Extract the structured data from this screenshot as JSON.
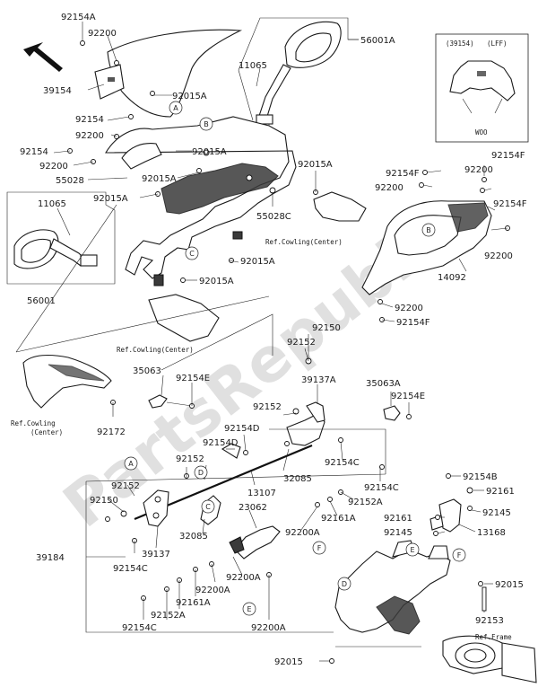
{
  "watermark": "PartsRepublik",
  "inset": {
    "code_label": "(39154)",
    "model_label": "(LFF)",
    "color_label": "WOO"
  },
  "labels": {
    "p92154A": "92154A",
    "p92200_tl": "92200",
    "p39154": "39154",
    "p92015A_1": "92015A",
    "p92154_a": "92154",
    "p92200_a": "92200",
    "p92154_b": "92154",
    "p92200_b": "92200",
    "p92015A_2": "92015A",
    "p55028": "55028",
    "p92015A_3": "92015A",
    "p92015A_4": "92015A",
    "p11065_top": "11065",
    "p56001A": "56001A",
    "p11065_left": "11065",
    "p56001": "56001",
    "p92015A_5": "92015A",
    "p92015A_6": "92015A",
    "p55028C": "55028C",
    "p92015A_7": "92015A",
    "p92154F_1": "92154F",
    "p92200_r1": "92200",
    "p92154F_2": "92154F",
    "p92200_r2": "92200",
    "p92154F_3": "92154F",
    "p92200_r3": "92200",
    "p14092": "14092",
    "p92200_r4": "92200",
    "p92154F_4": "92154F",
    "p92150_top": "92150",
    "p92152_top": "92152",
    "p35063": "35063",
    "p92154E_1": "92154E",
    "p39137A": "39137A",
    "p35063A": "35063A",
    "p92154E_2": "92154E",
    "p92152_mid": "92152",
    "p92154D_1": "92154D",
    "p92172": "92172",
    "p92154D_2": "92154D",
    "p32085_top": "32085",
    "p92154C_1": "92154C",
    "p92152_l": "92152",
    "p13107": "13107",
    "p92154C_2": "92154C",
    "p92152_ll": "92152",
    "p92150_l": "92150",
    "p23062": "23062",
    "p92152A_1": "92152A",
    "p92161A_1": "92161A",
    "p92200A_1": "92200A",
    "p32085_bot": "32085",
    "p39184": "39184",
    "p39137": "39137",
    "p92154C_3": "92154C",
    "p92200A_2": "92200A",
    "p92200A_3": "92200A",
    "p92161A_2": "92161A",
    "p92152A_2": "92152A",
    "p92154C_4": "92154C",
    "p92200A_4": "92200A",
    "p92154B": "92154B",
    "p92161_1": "92161",
    "p92161_2": "92161",
    "p92145_1": "92145",
    "p92145_2": "92145",
    "p13168": "13168",
    "p92015_1": "92015",
    "p92153": "92153",
    "p92015_2": "92015"
  },
  "refs": {
    "cowling_center_1": "Ref.Cowling(Center)",
    "cowling_center_2": "Ref.Cowling(Center)",
    "cowling_center_3a": "Ref.Cowling",
    "cowling_center_3b": "(Center)",
    "frame": "Ref.Frame"
  },
  "callouts": {
    "A": "A",
    "B": "B",
    "C": "C",
    "D": "D",
    "E": "E",
    "F": "F"
  }
}
